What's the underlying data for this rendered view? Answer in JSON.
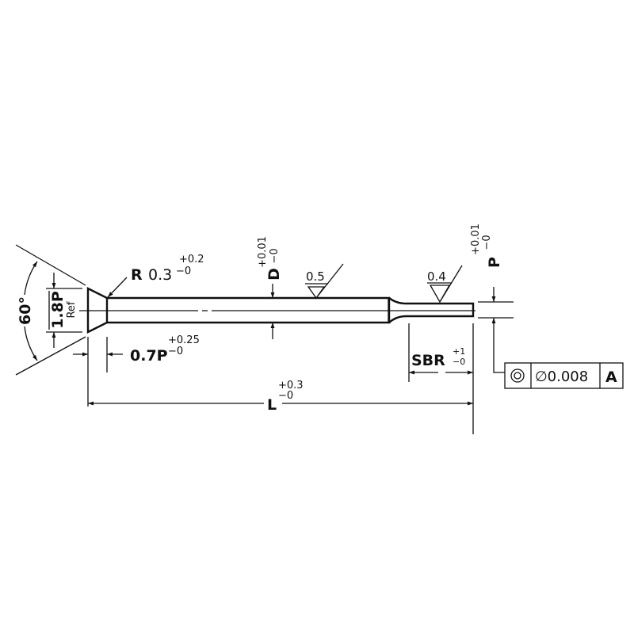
{
  "drawing": {
    "angle": "60°",
    "head_dia": "1.8P",
    "head_dia_note": "Ref",
    "radius_prefix": "R",
    "radius_value": "0.3",
    "radius_tol_plus": "+0.2",
    "radius_tol_minus": "−0",
    "head_len": "0.7P",
    "head_len_tol_plus": "+0.25",
    "head_len_tol_minus": "−0",
    "shank_dia": "D",
    "shank_tol_plus": "+0.01",
    "shank_tol_minus": "−0",
    "shank_finish": "0.5",
    "tip_finish": "0.4",
    "tip_dia": "P",
    "tip_tol_plus": "+0.01",
    "tip_tol_minus": "−0",
    "tip_len": "SBR",
    "tip_len_tol_plus": "+1",
    "tip_len_tol_minus": "−0",
    "length": "L",
    "length_tol_plus": "+0.3",
    "length_tol_minus": "−0",
    "fcf": {
      "symbol": "concentricity-icon",
      "tolerance": "∅0.008",
      "datum": "A"
    }
  }
}
